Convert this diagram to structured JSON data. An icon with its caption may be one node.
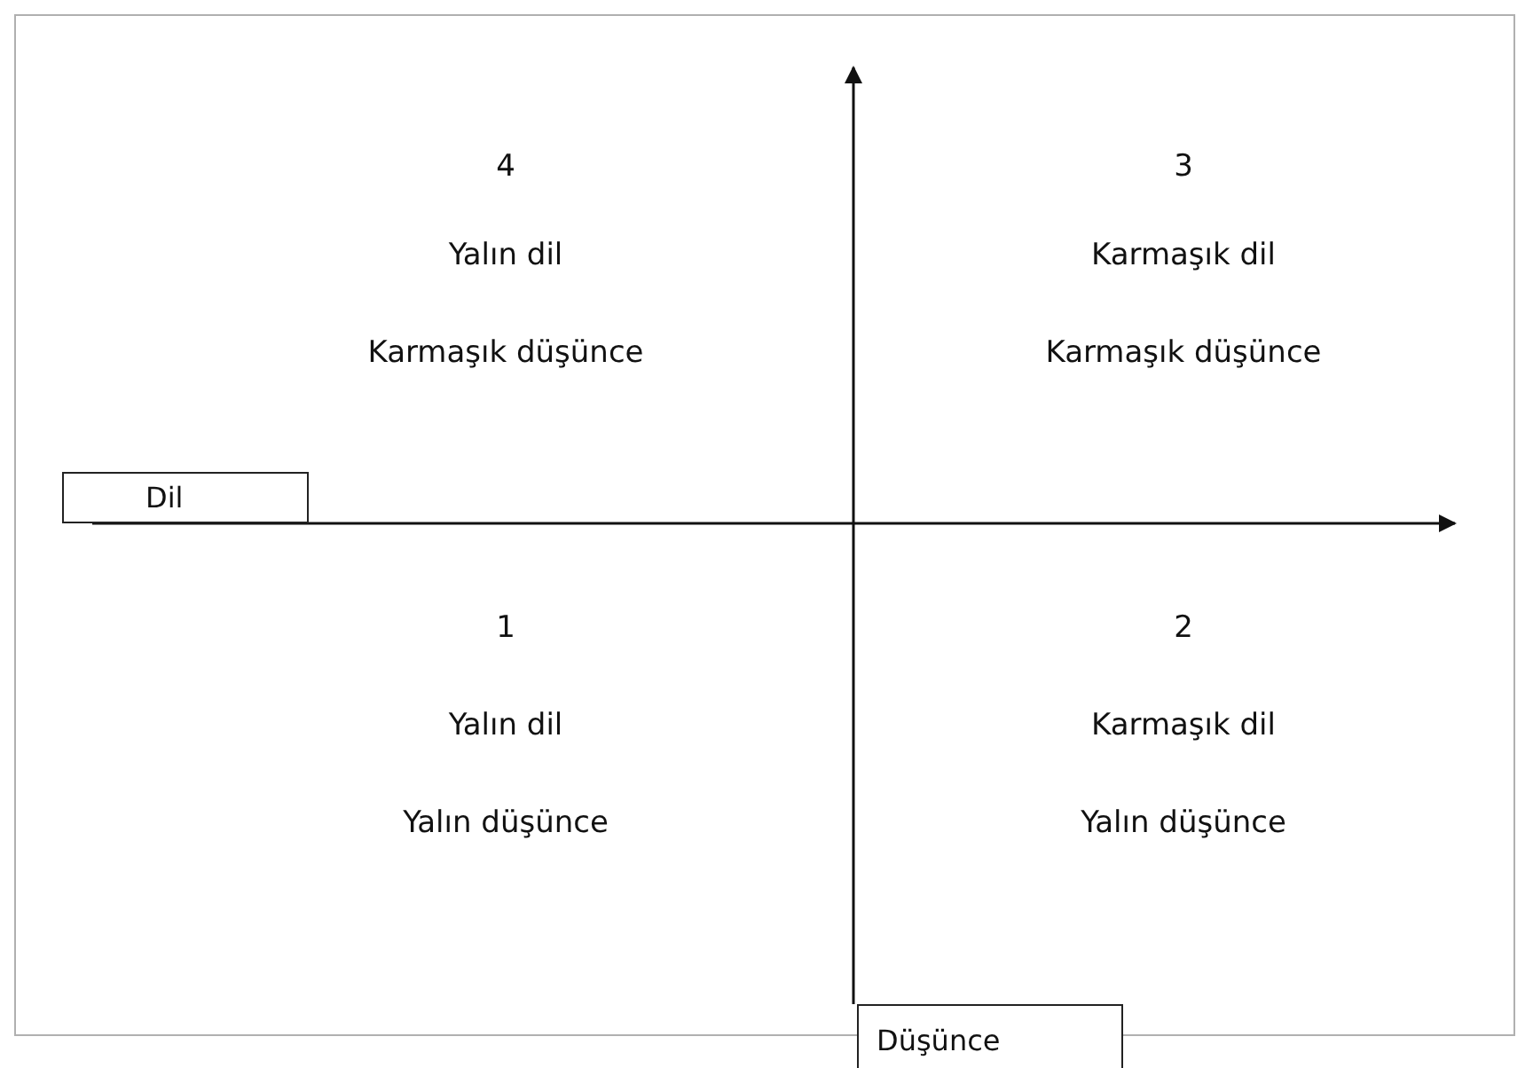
{
  "diagram": {
    "nodes": [
      {
        "text": [
          "Dil"
        ]
      },
      {
        "text": [
          "Düşünce"
        ]
      }
    ],
    "labels": [
      "4",
      "Yalın dil",
      "Karmaşık düşünce",
      "3",
      "Karmaşık dil",
      "Karmaşık düşünce",
      "1",
      "Yalın dil",
      "Yalın düşünce",
      "2",
      "Karmaşık dil",
      "Yalın düşünce"
    ]
  }
}
